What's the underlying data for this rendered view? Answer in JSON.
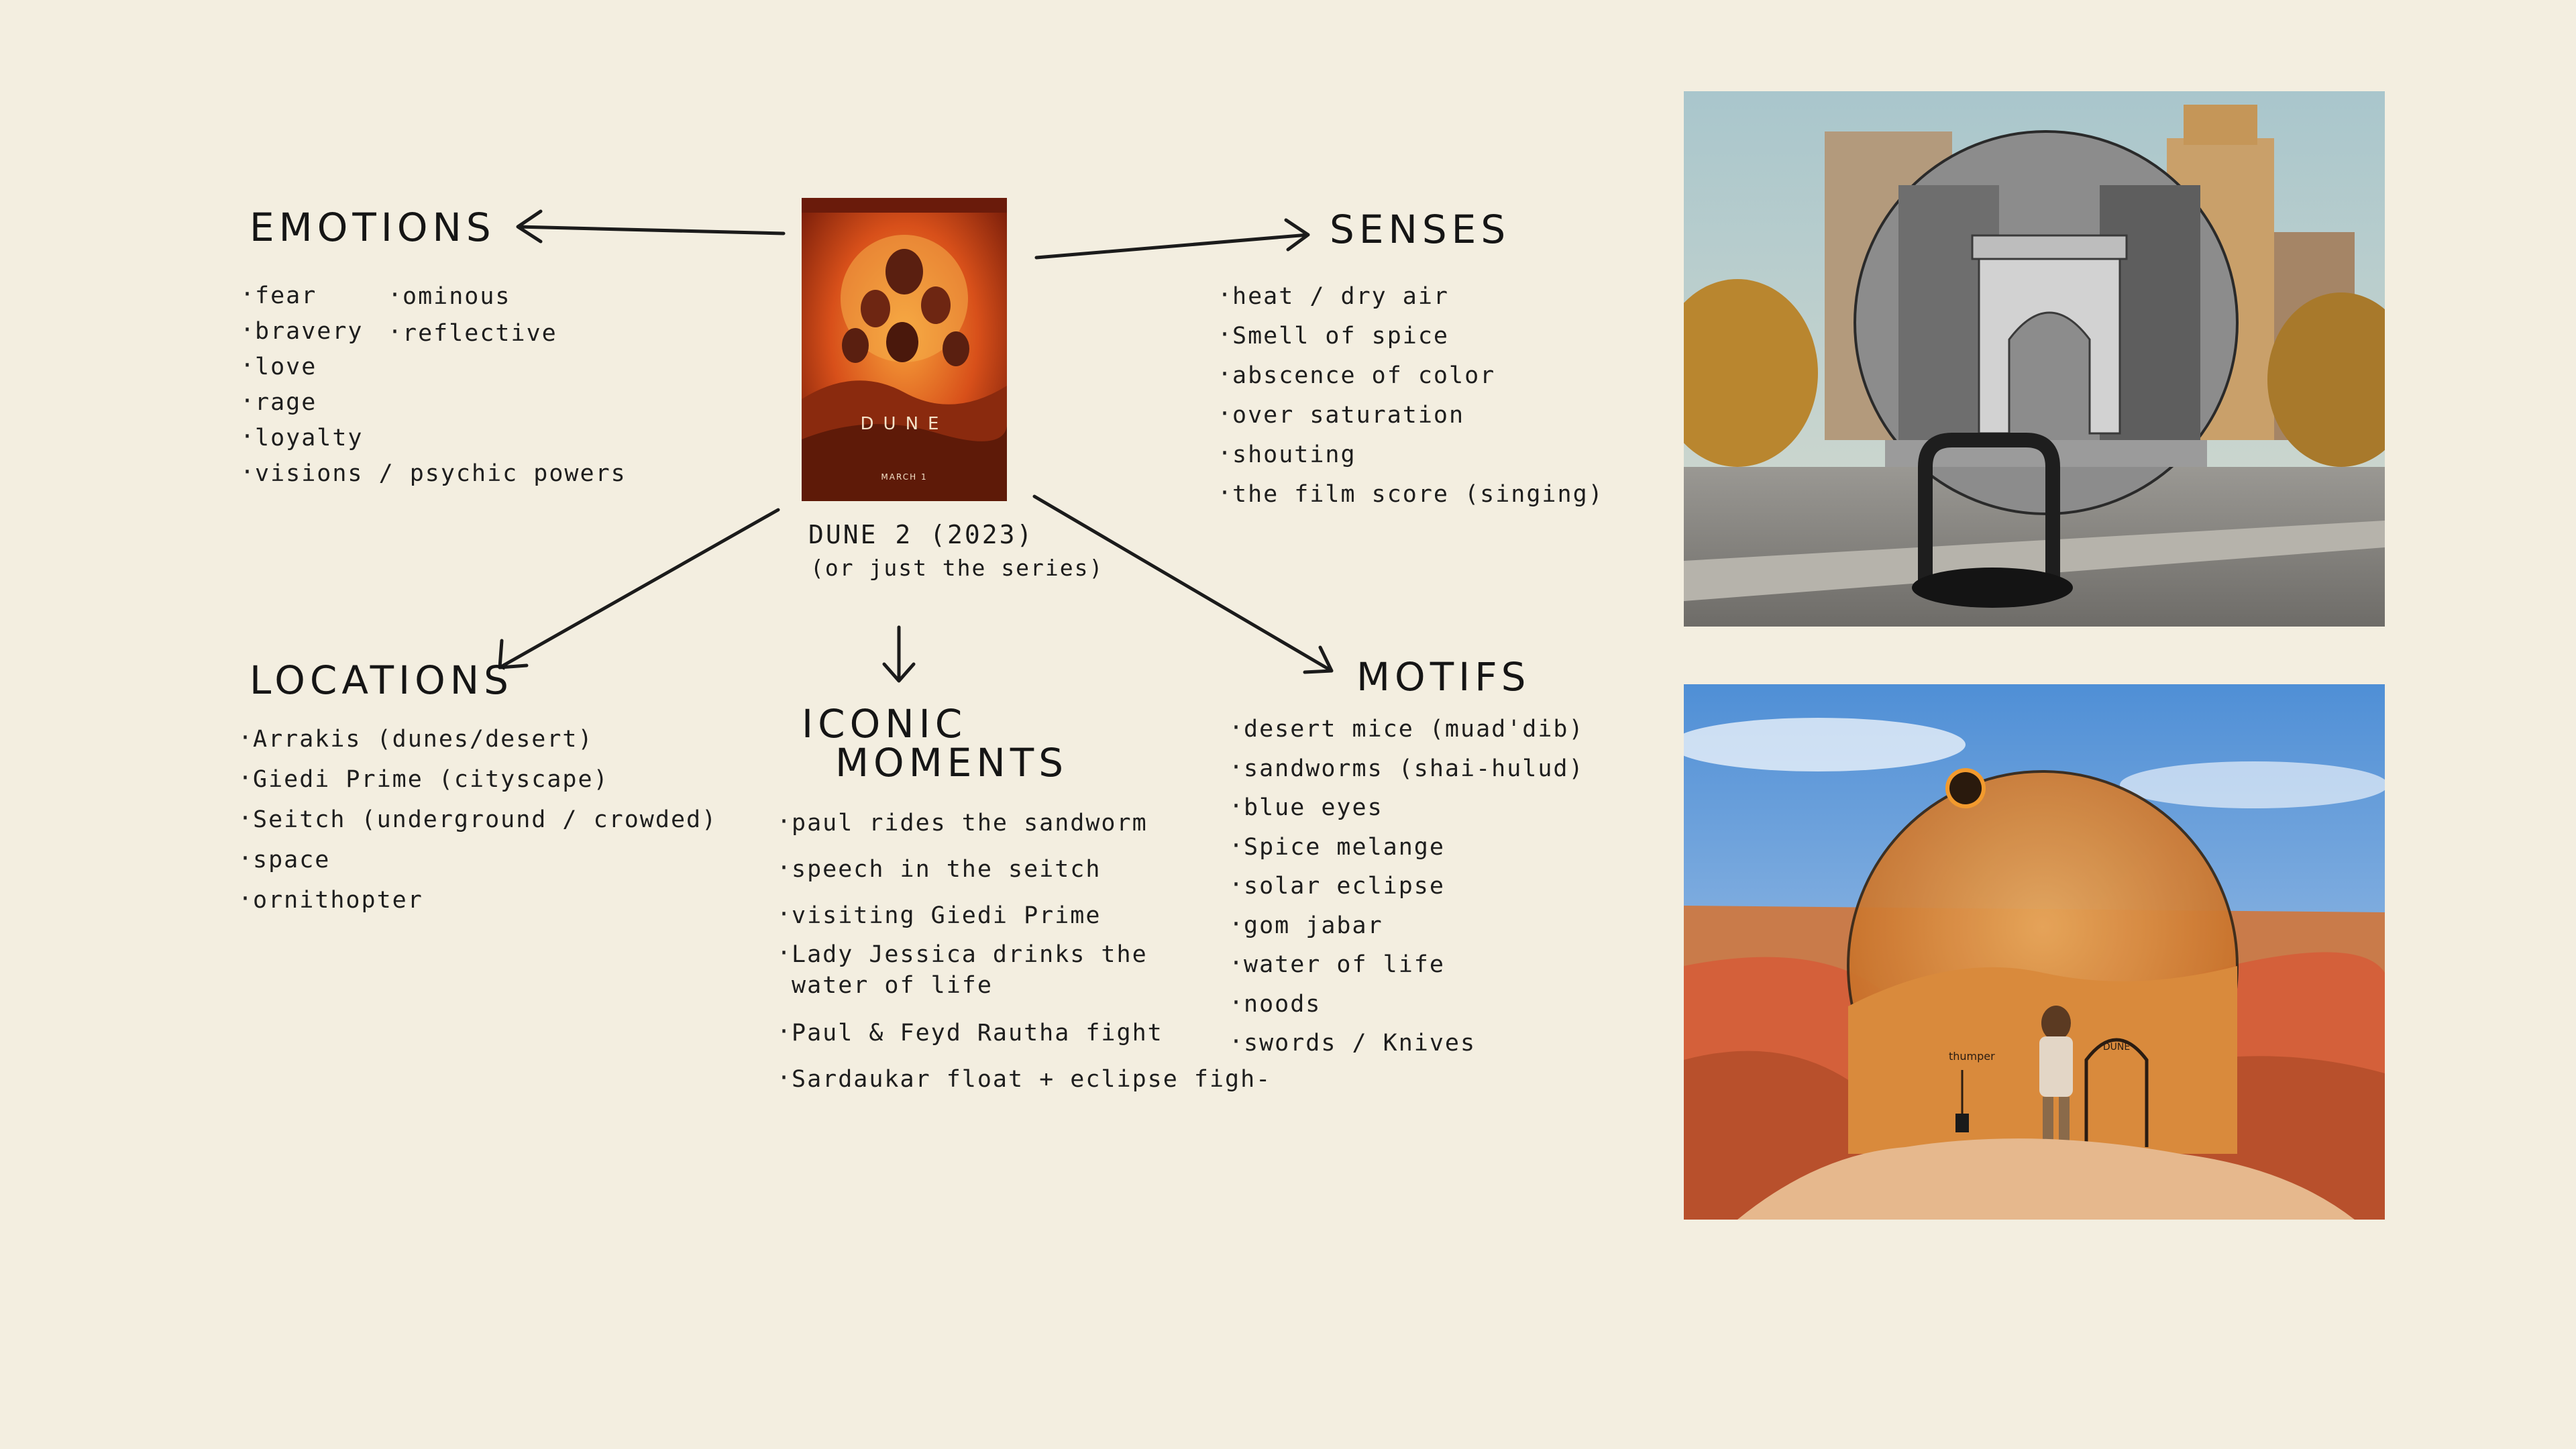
{
  "center": {
    "poster_title": "DUNE",
    "poster_date": "MARCH 1",
    "title": "DUNE 2 (2023)",
    "subtitle": "(or just the series)"
  },
  "emotions": {
    "heading": "EMOTIONS",
    "col1": [
      "fear",
      "bravery",
      "love",
      "rage",
      "loyalty",
      "visions / psychic powers"
    ],
    "col2": [
      "ominous",
      "reflective"
    ]
  },
  "senses": {
    "heading": "SENSES",
    "items": [
      "heat / dry air",
      "Smell of spice",
      "abscence of color",
      "over saturation",
      "shouting",
      "the film score (singing)"
    ]
  },
  "locations": {
    "heading": "LOCATIONS",
    "items": [
      "Arrakis (dunes/desert)",
      "Giedi Prime (cityscape)",
      "Seitch (underground / crowded)",
      "space",
      "ornithopter"
    ]
  },
  "iconic": {
    "heading_line1": "ICONIC",
    "heading_line2": "MOMENTS",
    "items": [
      "paul rides the sandworm",
      "speech in the seitch",
      "visiting Giedi Prime",
      "Lady Jessica drinks the",
      "Paul & Feyd Rautha fight",
      "Sardaukar float + eclipse figh-"
    ],
    "item4_line2": "water of life"
  },
  "motifs": {
    "heading": "MOTIFS",
    "items": [
      "desert mice (muad'dib)",
      "sandworms (shai-hulud)",
      "blue eyes",
      "Spice melange",
      "solar eclipse",
      "gom jabar",
      "water of life",
      "noods",
      "swords / Knives"
    ]
  },
  "photo_bottom": {
    "sign_text": "thumper",
    "arch_text": "DUNE"
  },
  "colors": {
    "background": "#f3eee0",
    "ink": "#1b1b1b",
    "poster_orange": "#d8501a",
    "desert_orange": "#d98a3c",
    "sky_blue": "#4f8fd6"
  }
}
